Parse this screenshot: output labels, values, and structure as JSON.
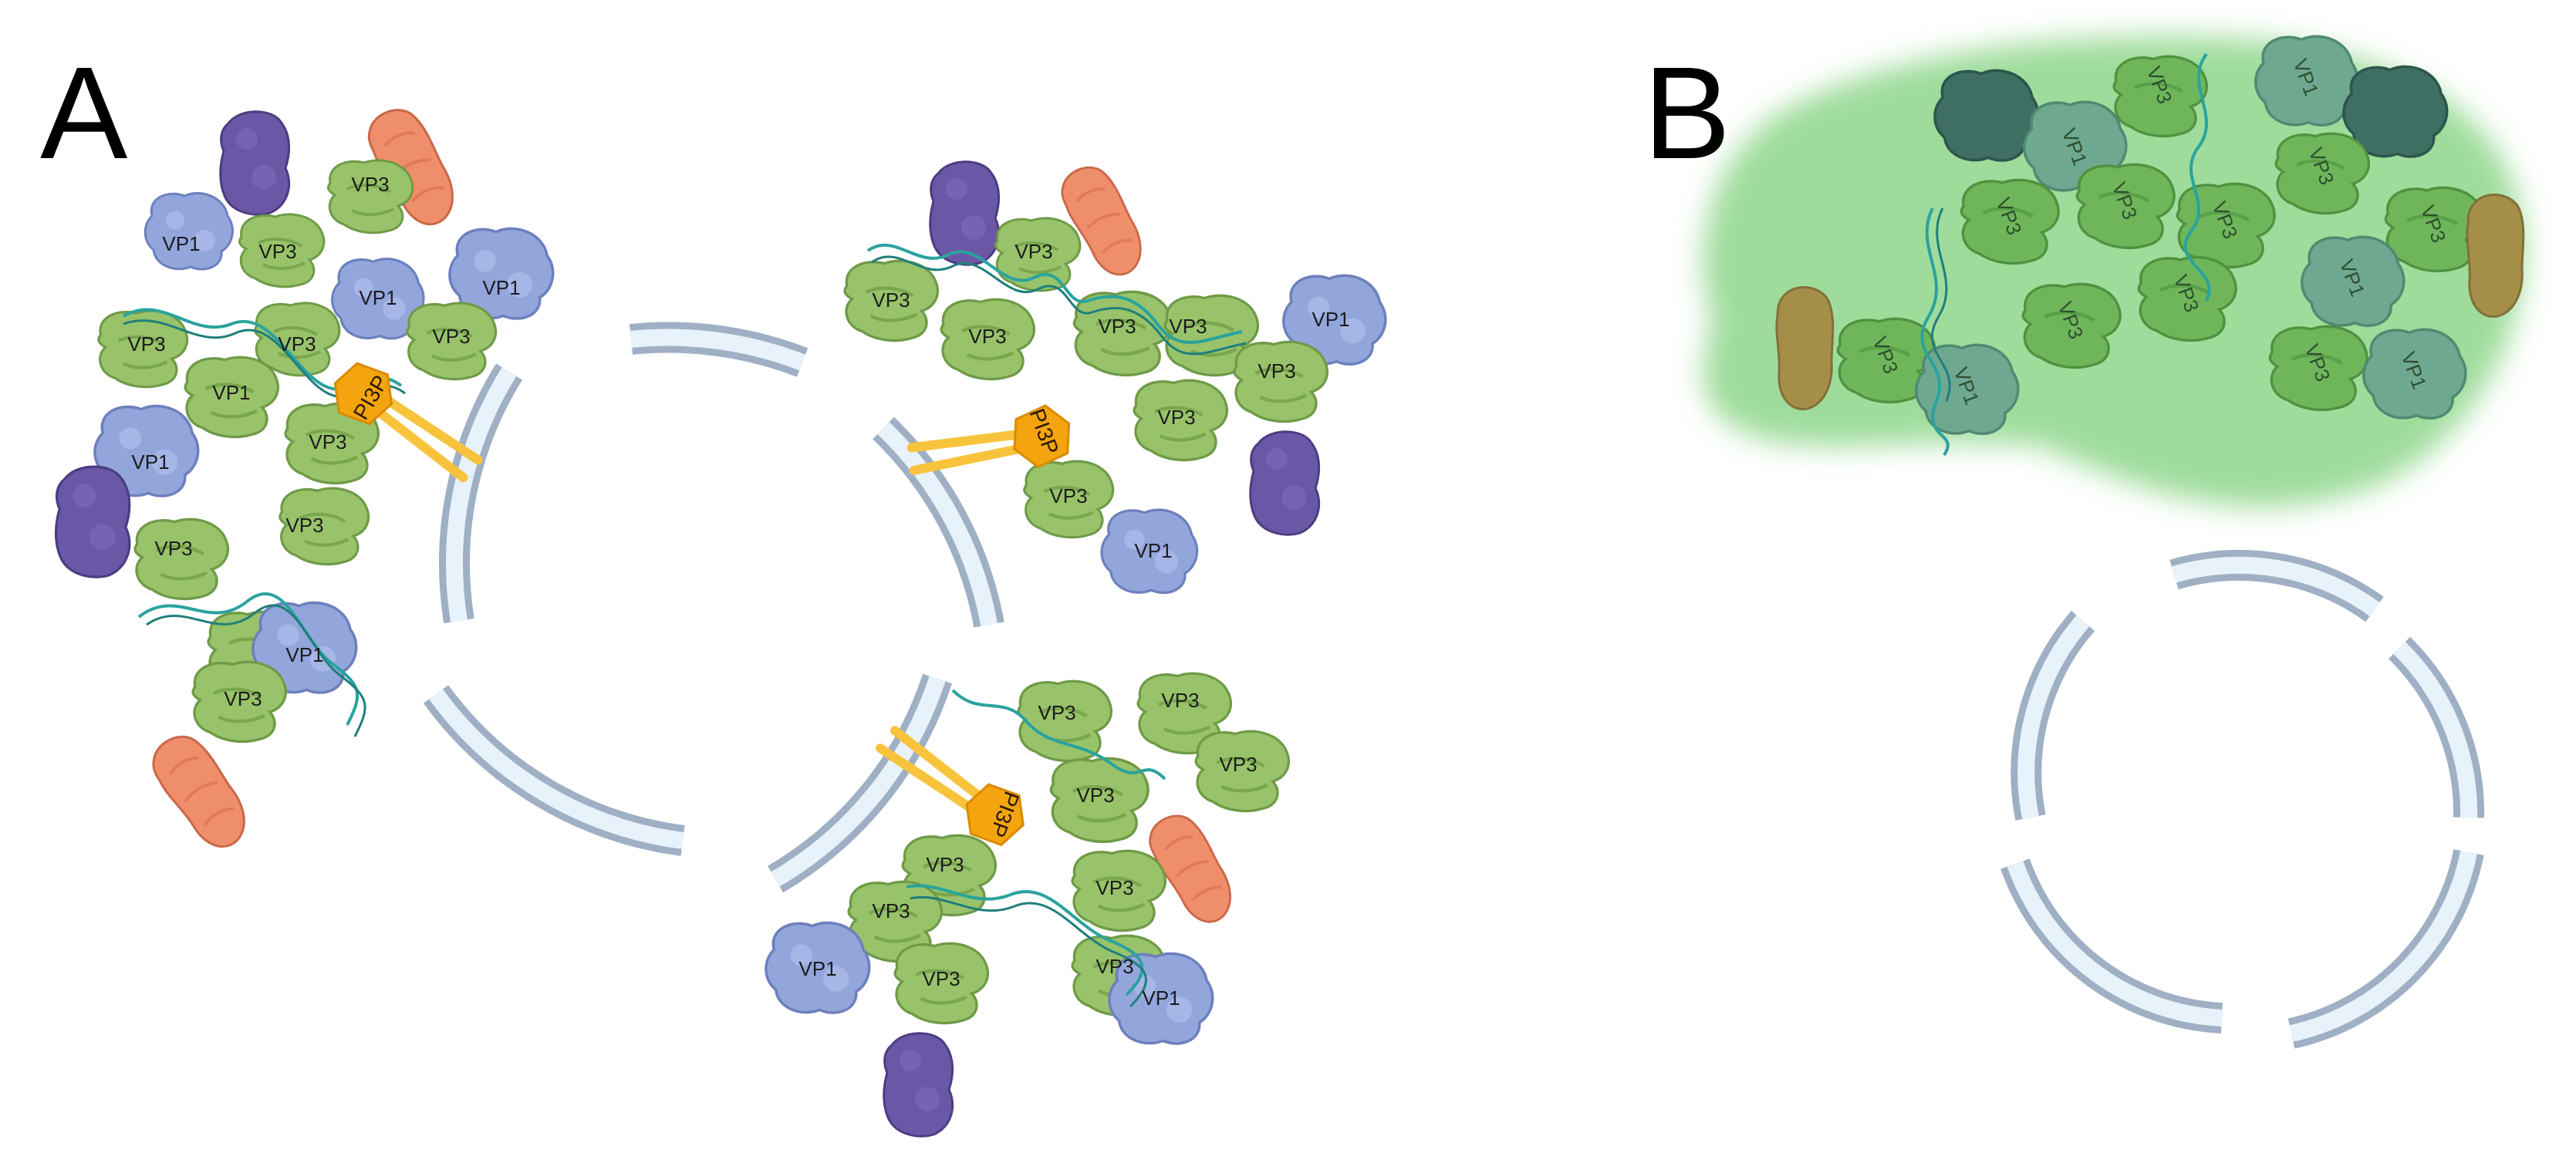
{
  "panels": {
    "a": "A",
    "b": "B"
  },
  "labels": {
    "vp1": "VP1",
    "vp3": "VP3",
    "pi3p": "PI3P"
  },
  "colors": {
    "vp3": "#98c36a",
    "vp3_edge": "#6f9a47",
    "vp1": "#93a6dc",
    "vp1_edge": "#6d80bd",
    "vp2": "#6a58a6",
    "vp2_edge": "#4b3d82",
    "accessory": "#ef8e6a",
    "accessory_edge": "#c86849",
    "genome": "#2aa39e",
    "pi3p": "#f4a40e",
    "pi3p_stalk": "#f8c33c",
    "membrane_fill": "#e7f2fa",
    "membrane_edge": "#9fb0c4",
    "condensate": "#7fd07a",
    "b_vp3": "#6fb65a",
    "b_vp1": "#6fa890",
    "b_dark": "#3f6e63",
    "b_accessory": "#a58f48"
  }
}
